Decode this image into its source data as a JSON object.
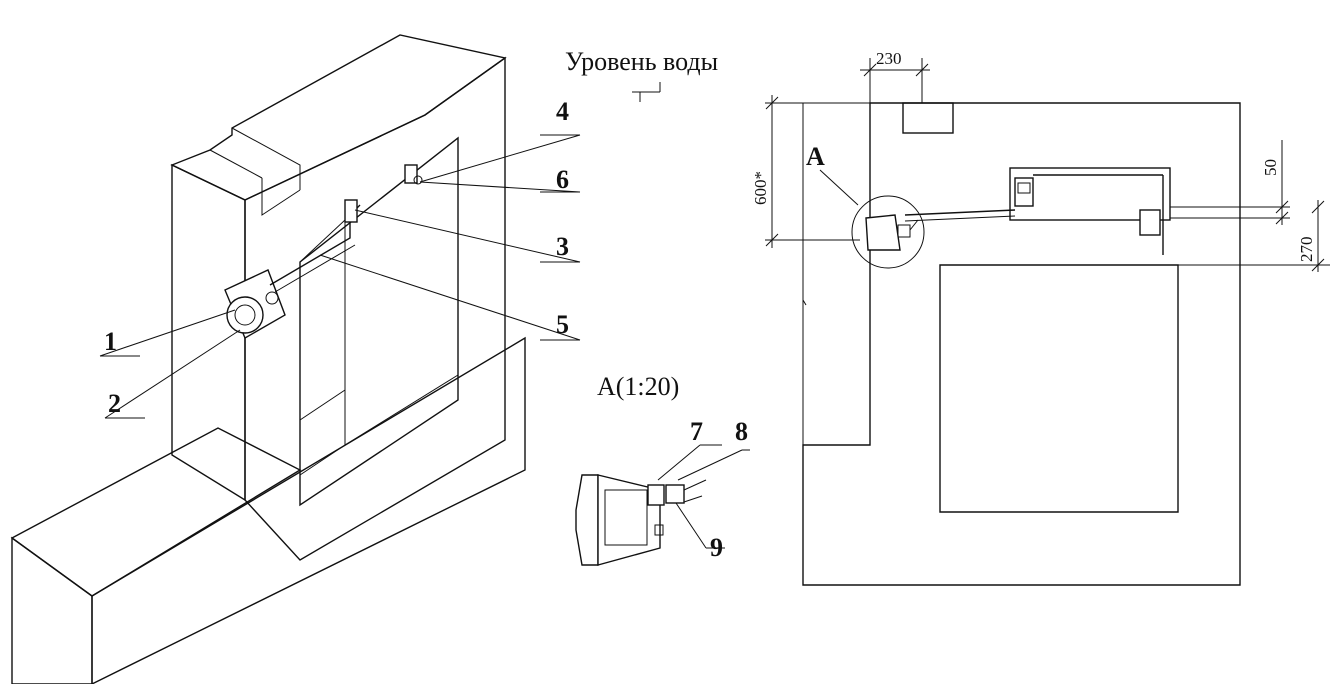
{
  "labels": {
    "water_level": "Уровень воды",
    "view_a": "А",
    "detail_a": "А(1:20)"
  },
  "callouts": {
    "c1": "1",
    "c2": "2",
    "c3": "3",
    "c4": "4",
    "c5": "5",
    "c6": "6",
    "c7": "7",
    "c8": "8",
    "c9": "9"
  },
  "dimensions": {
    "d230": "230",
    "d600": "600*",
    "d50": "50",
    "d270": "270"
  }
}
